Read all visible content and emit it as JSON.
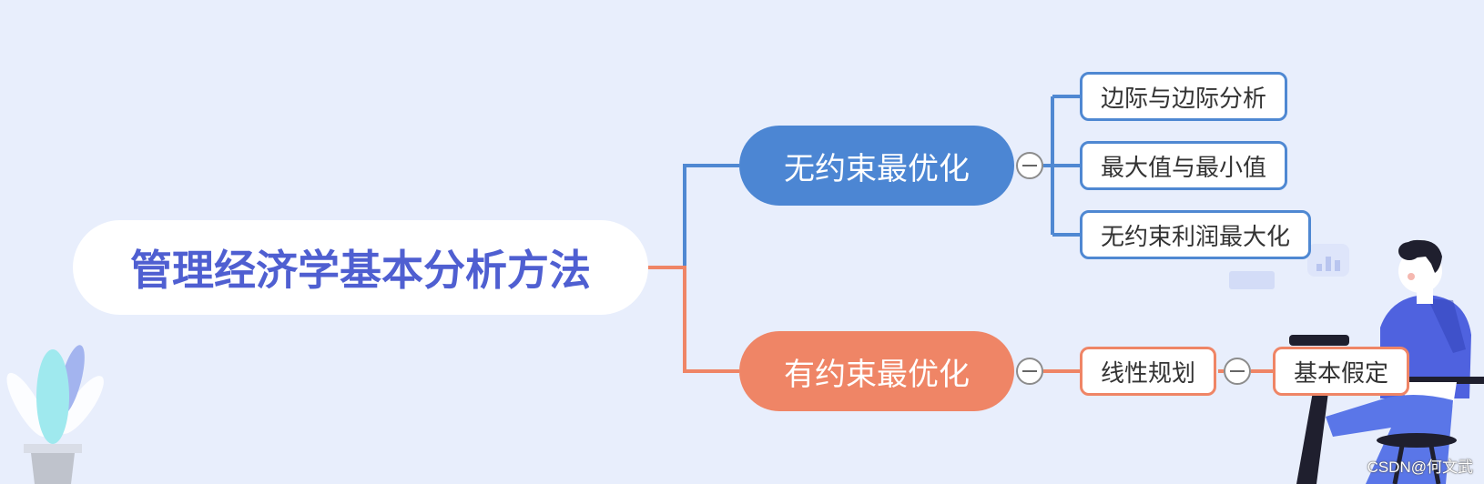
{
  "colors": {
    "background": "#e8eefc",
    "root_text": "#4f5fd1",
    "branch_blue": "#4c86d3",
    "branch_orange": "#ef8566"
  },
  "mindmap": {
    "root": "管理经济学基本分析方法",
    "branches": [
      {
        "label": "无约束最优化",
        "color": "#4c86d3",
        "children": [
          "边际与边际分析",
          "最大值与最小值",
          "无约束利润最大化"
        ]
      },
      {
        "label": "有约束最优化",
        "color": "#ef8566",
        "children": [
          "线性规划"
        ],
        "grandchildren": [
          "基本假定"
        ]
      }
    ]
  },
  "watermark": "CSDN@何文武"
}
